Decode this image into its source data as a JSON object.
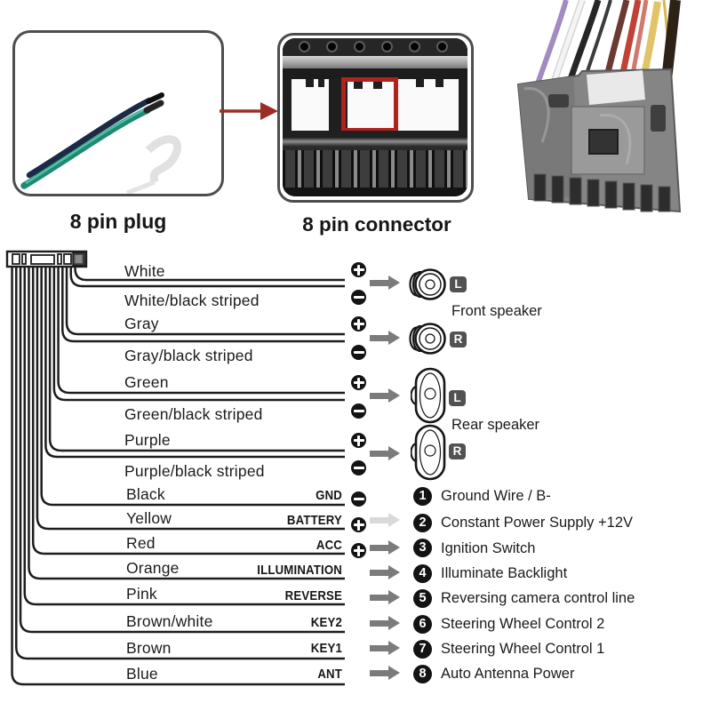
{
  "captions": {
    "plug": "8 pin plug",
    "connector": "8 pin connector"
  },
  "speaker_section": {
    "front_label": "Front speaker",
    "rear_label": "Rear speaker",
    "pairs": [
      {
        "solid": "White",
        "striped": "White/black striped",
        "channel": "L"
      },
      {
        "solid": "Gray",
        "striped": "Gray/black striped",
        "channel": "R"
      },
      {
        "solid": "Green",
        "striped": "Green/black striped",
        "channel": "L"
      },
      {
        "solid": "Purple",
        "striped": "Purple/black striped",
        "channel": "R"
      }
    ]
  },
  "power_section": {
    "rows": [
      {
        "wire": "Black",
        "tag": "GND",
        "num": "1",
        "desc": "Ground Wire / B-",
        "terminal": "minus-circle-icon",
        "arrow": "none"
      },
      {
        "wire": "Yellow",
        "tag": "BATTERY",
        "num": "2",
        "desc": "Constant Power Supply +12V",
        "terminal": "plus-circle-icon",
        "arrow": "ghost-arrow-icon"
      },
      {
        "wire": "Red",
        "tag": "ACC",
        "num": "3",
        "desc": "Ignition Switch",
        "terminal": "plus-circle-icon",
        "arrow": "arrow-right-icon"
      },
      {
        "wire": "Orange",
        "tag": "ILLUMINATION",
        "num": "4",
        "desc": "Illuminate Backlight",
        "terminal": "none",
        "arrow": "arrow-right-icon"
      },
      {
        "wire": "Pink",
        "tag": "REVERSE",
        "num": "5",
        "desc": "Reversing camera control line",
        "terminal": "none",
        "arrow": "arrow-right-icon"
      },
      {
        "wire": "Brown/white",
        "tag": "KEY2",
        "num": "6",
        "desc": "Steering Wheel Control 2",
        "terminal": "none",
        "arrow": "arrow-right-icon"
      },
      {
        "wire": "Brown",
        "tag": "KEY1",
        "num": "7",
        "desc": "Steering Wheel Control 1",
        "terminal": "none",
        "arrow": "arrow-right-icon"
      },
      {
        "wire": "Blue",
        "tag": "ANT",
        "num": "8",
        "desc": "Auto  Antenna Power",
        "terminal": "none",
        "arrow": "arrow-right-icon"
      }
    ]
  },
  "colors": {
    "ink": "#1d1d1d",
    "highlight_red": "#b1221c",
    "arrow_red": "#9a2e24",
    "arrow_gray": "#7b7b7b",
    "badge_gray": "#525252",
    "badge_black": "#131313"
  }
}
